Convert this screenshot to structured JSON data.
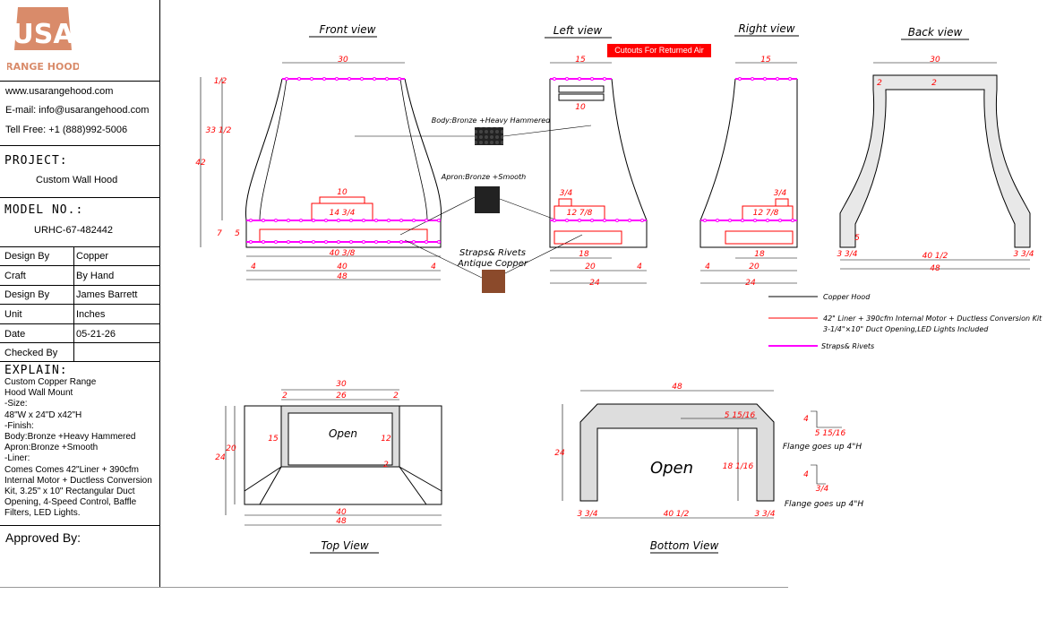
{
  "logo": {
    "brand": "USA",
    "sub": "RANGE HOOD"
  },
  "contact": {
    "website": "www.usarangehood.com",
    "email": "E-mail: info@usarangehood.com",
    "phone": "Tell Free: +1 (888)992-5006"
  },
  "project": {
    "label": "PROJECT:",
    "value": "Custom Wall Hood"
  },
  "model": {
    "label": "MODEL NO.:",
    "value": "URHC-67-482442"
  },
  "details": [
    {
      "label": "Design By",
      "value": "Copper"
    },
    {
      "label": "Craft",
      "value": "By Hand"
    },
    {
      "label": "Design By",
      "value": "James Barrett"
    },
    {
      "label": "Unit",
      "value": "Inches"
    },
    {
      "label": "Date",
      "value": "05-21-26"
    },
    {
      "label": "Checked By",
      "value": ""
    }
  ],
  "explain": {
    "label": "EXPLAIN:",
    "lines": [
      "Custom Copper Range",
      "Hood Wall Mount",
      "-Size:",
      "48\"W x 24\"D x42\"H",
      "-Finish:",
      "Body:Bronze +Heavy Hammered",
      "Apron:Bronze +Smooth",
      "-Liner:",
      "Comes Comes 42\"Liner + 390cfm",
      "Internal Motor + Ductless Conversion",
      "Kit, 3.25\" x 10\" Rectangular Duct",
      "Opening, 4-Speed Control, Baffle",
      "Filters, LED Lights."
    ]
  },
  "approved": {
    "label": "Approved By:"
  },
  "views": {
    "front": "Front view",
    "left": "Left view",
    "right": "Right view",
    "back": "Back view",
    "top": "Top View",
    "bottom": "Bottom View"
  },
  "callouts": {
    "cutouts": "Cutouts For Returned Air",
    "body": "Body:Bronze +Heavy Hammered",
    "apron": "Apron:Bronze +Smooth",
    "straps1": "Straps& Rivets",
    "straps2": "Antique Copper"
  },
  "legend": {
    "hood": "Copper Hood",
    "liner1": "42\" Liner + 390cfm Internal Motor + Ductless Conversion Kit",
    "liner2": "3-1/4\"×10\" Duct Opening,LED Lights Included",
    "straps": "Straps& Rivets"
  },
  "open": {
    "top": "Open",
    "bottom": "Open"
  },
  "flange": {
    "a": "Flange goes up 4\"H",
    "b": "Flange goes up 4\"H"
  },
  "dims": {
    "front": {
      "w30": "30",
      "h1": "1/2",
      "h33": "33 1/2",
      "h42": "42",
      "h7": "7",
      "h5": "5",
      "d10": "10",
      "d14": "14 3/4",
      "d40f": "40 3/8",
      "d4a": "4",
      "d40": "40",
      "d4b": "4",
      "d48": "48"
    },
    "left": {
      "w15": "15",
      "d10": "10",
      "d3a": "3/4",
      "d12": "12 7/8",
      "d18": "18",
      "d20": "20",
      "d4": "4",
      "d24": "24"
    },
    "right": {
      "w15": "15",
      "d3a": "3/4",
      "d12": "12 7/8",
      "d18": "18",
      "d4": "4",
      "d20": "20",
      "d24": "24"
    },
    "back": {
      "w30": "30",
      "d2a": "2",
      "d2b": "2",
      "d5": "5",
      "d3a": "3 3/4",
      "d40": "40 1/2",
      "d3b": "3 3/4",
      "d48": "48"
    },
    "top": {
      "d30": "30",
      "d2a": "2",
      "d26": "26",
      "d2b": "2",
      "d15": "15",
      "d12": "12",
      "d20": "20",
      "d24": "24",
      "d2c": "2",
      "d40": "40",
      "d48": "48"
    },
    "bottom": {
      "d48": "48",
      "d515": "5 15/16",
      "d18": "18 1/16",
      "d24": "24",
      "d3a": "3 3/4",
      "d40": "40 1/2",
      "d3b": "3 3/4",
      "f4a": "4",
      "f515": "5 15/16",
      "f4b": "4",
      "f3": "3/4"
    }
  },
  "colors": {
    "line": "#000000",
    "dim": "#ff0000",
    "straps": "#ff00ff",
    "logo": "#d98b6a"
  }
}
